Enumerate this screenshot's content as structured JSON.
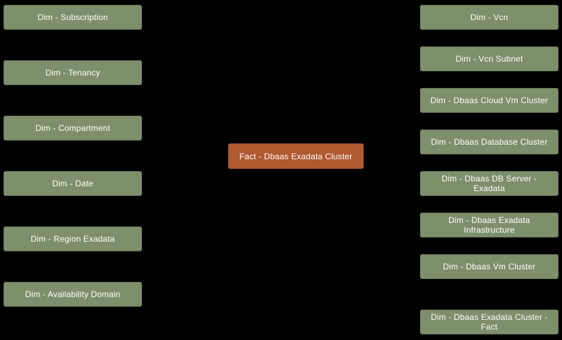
{
  "diagram": {
    "type": "star-schema-data-model",
    "colors": {
      "background": "#000000",
      "dim_fill": "#7d8f6b",
      "dim_border": "#5f7050",
      "fact_fill": "#b05a32",
      "fact_border": "#8a4426",
      "text": "#ffffff"
    },
    "fact_node": {
      "label": "Fact - Dbaas Exadata Cluster"
    },
    "left_dims": [
      {
        "label": "Dim - Subscription"
      },
      {
        "label": "Dim - Tenancy"
      },
      {
        "label": "Dim - Compartment"
      },
      {
        "label": "Dim - Date"
      },
      {
        "label": "Dim - Region Exadata"
      },
      {
        "label": "Dim - Availability Domain"
      }
    ],
    "right_dims": [
      {
        "label": "Dim - Vcn"
      },
      {
        "label": "Dim - Vcn Subnet"
      },
      {
        "label": "Dim - Dbaas Cloud Vm Cluster"
      },
      {
        "label": "Dim - Dbaas Database Cluster"
      },
      {
        "label": "Dim - Dbaas DB Server - Exadata"
      },
      {
        "label": "Dim - Dbaas Exadata Infrastructure"
      },
      {
        "label": "Dim - Dbaas Vm Cluster"
      },
      {
        "label": "Dim - Dbaas Exadata Cluster - Fact"
      }
    ]
  }
}
